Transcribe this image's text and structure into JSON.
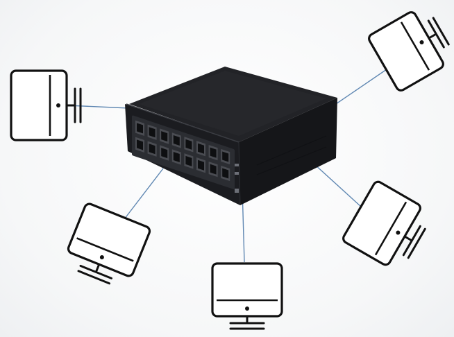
{
  "diagram": {
    "hub": {
      "kind": "network-switch",
      "port_count": 16,
      "body_color": "#1c1d20",
      "port_color": "#4a4c52"
    },
    "terminals": [
      {
        "id": "monitor-left",
        "kind": "computer-monitor"
      },
      {
        "id": "monitor-top-right",
        "kind": "computer-monitor"
      },
      {
        "id": "monitor-bottom-left",
        "kind": "computer-monitor"
      },
      {
        "id": "monitor-bottom-center",
        "kind": "computer-monitor"
      },
      {
        "id": "monitor-bottom-right",
        "kind": "computer-monitor"
      }
    ],
    "link_color": "#5f87b2",
    "icon_color": "#111111"
  }
}
